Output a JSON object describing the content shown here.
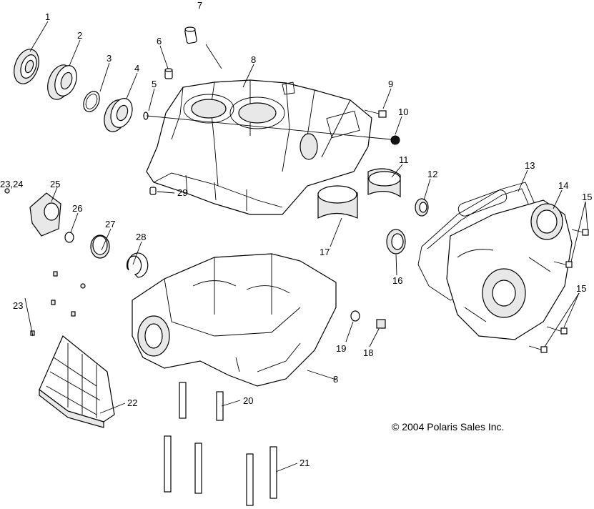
{
  "callouts": {
    "c1": "1",
    "c2": "2",
    "c3": "3",
    "c4": "4",
    "c5": "5",
    "c6": "6",
    "c7": "7",
    "c8a": "8",
    "c8b": "8",
    "c9": "9",
    "c10": "10",
    "c11": "11",
    "c12": "12",
    "c13": "13",
    "c14": "14",
    "c15a": "15",
    "c15b": "15",
    "c16": "16",
    "c17": "17",
    "c18": "18",
    "c19": "19",
    "c20": "20",
    "c21": "21",
    "c22": "22",
    "c23": "23",
    "c2324": "23,24",
    "c25": "25",
    "c26": "26",
    "c27": "27",
    "c28": "28",
    "c29": "29"
  },
  "copyright": "© 2004 Polaris Sales Inc."
}
